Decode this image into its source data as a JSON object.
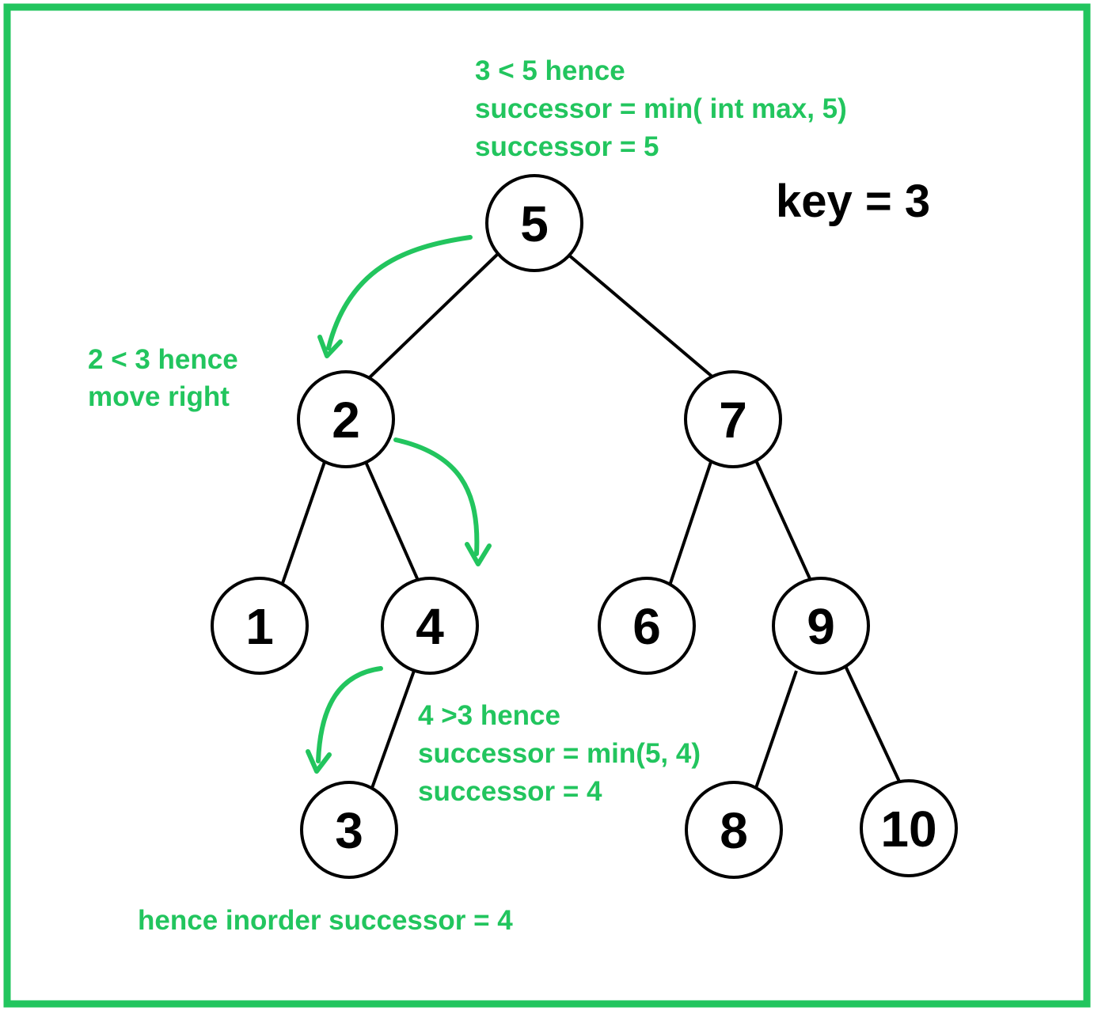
{
  "colors": {
    "accent": "#22c55e",
    "frame": "#22c55e",
    "node_stroke": "#000000",
    "text": "#000000"
  },
  "key_label": "key = 3",
  "nodes": [
    {
      "id": "5",
      "label": "5"
    },
    {
      "id": "2",
      "label": "2"
    },
    {
      "id": "7",
      "label": "7"
    },
    {
      "id": "1",
      "label": "1"
    },
    {
      "id": "4",
      "label": "4"
    },
    {
      "id": "6",
      "label": "6"
    },
    {
      "id": "9",
      "label": "9"
    },
    {
      "id": "3",
      "label": "3"
    },
    {
      "id": "8",
      "label": "8"
    },
    {
      "id": "10",
      "label": "10"
    }
  ],
  "edges": [
    [
      "5",
      "2"
    ],
    [
      "5",
      "7"
    ],
    [
      "2",
      "1"
    ],
    [
      "2",
      "4"
    ],
    [
      "7",
      "6"
    ],
    [
      "7",
      "9"
    ],
    [
      "4",
      "3"
    ],
    [
      "9",
      "8"
    ],
    [
      "9",
      "10"
    ]
  ],
  "annotations": {
    "root": [
      "3 < 5 hence",
      "successor = min( int max, 5)",
      "successor = 5"
    ],
    "node2": [
      "2 < 3 hence",
      "move right"
    ],
    "node4": [
      "4 >3 hence",
      "successor = min(5, 4)",
      "successor = 4"
    ],
    "result": "hence inorder successor = 4"
  }
}
